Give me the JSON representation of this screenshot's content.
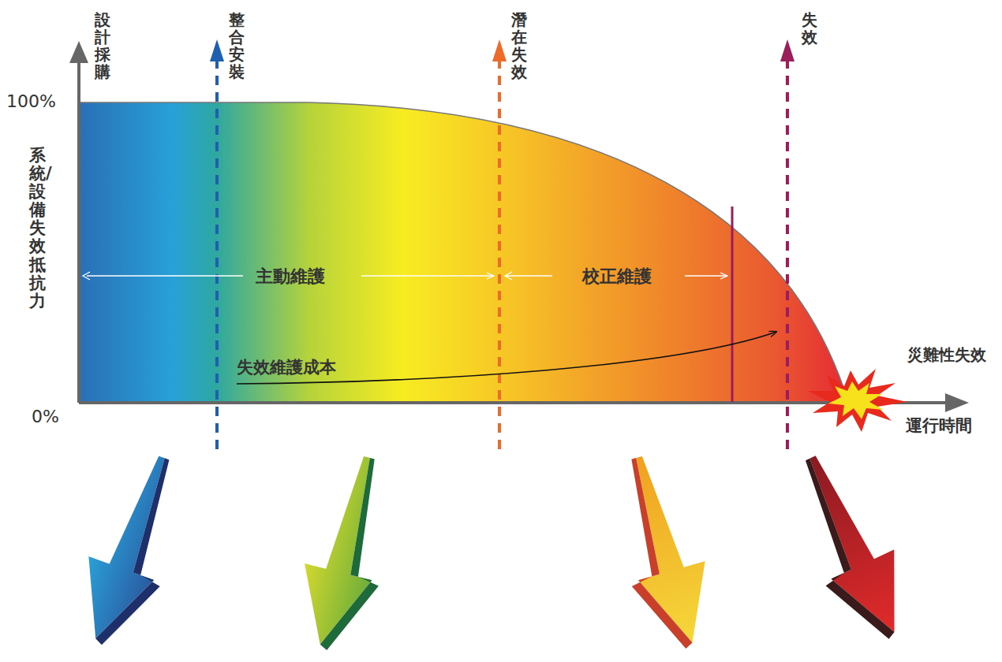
{
  "diagram": {
    "labels": [
      "設計採購",
      "整合安裝",
      "潛在失效",
      "失效",
      "100%",
      "系統/設備失效抵抗力",
      "0%",
      "主動維護",
      "校正維護",
      "失效維護成本",
      "災難性失效",
      "運行時間"
    ]
  }
}
